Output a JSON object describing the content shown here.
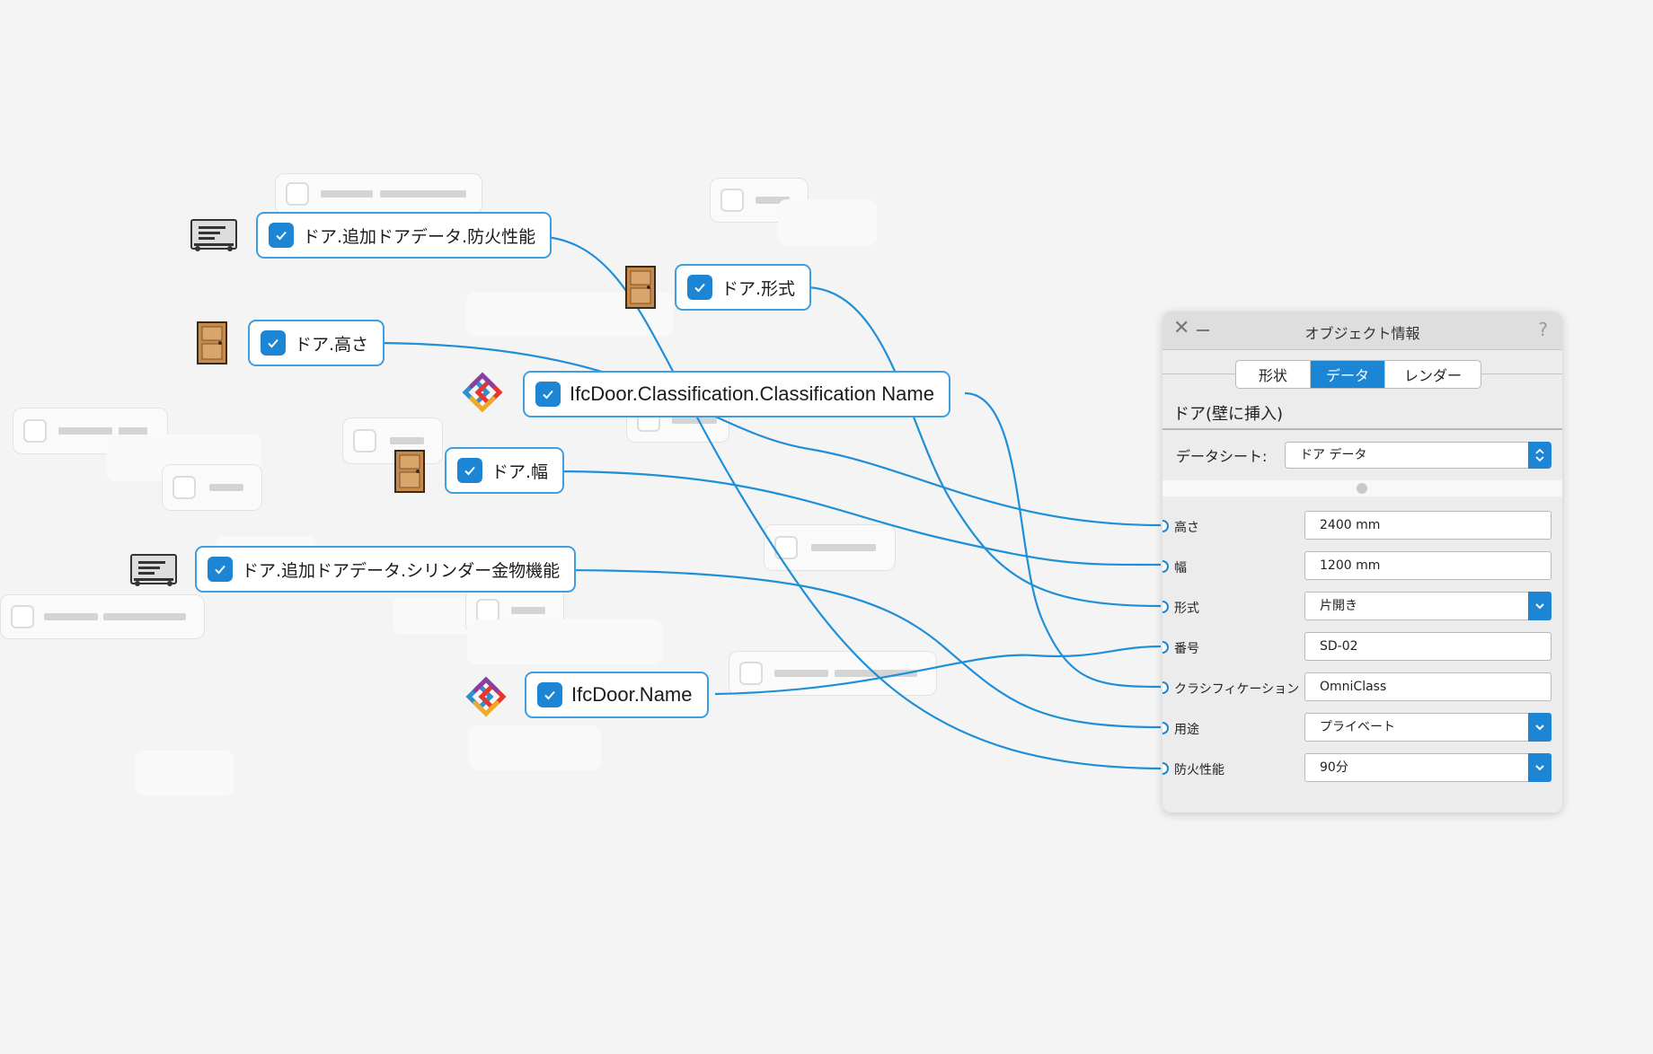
{
  "nodes": {
    "fire_rating": "ドア.追加ドアデータ.防火性能",
    "door_type": "ドア.形式",
    "height": "ドア.高さ",
    "ifc_classification": "IfcDoor.Classification.Classification Name",
    "width": "ドア.幅",
    "cylinder": "ドア.追加ドアデータ.シリンダー金物機能",
    "ifc_name": "IfcDoor.Name"
  },
  "panel": {
    "title": "オブジェクト情報",
    "close": "✕",
    "help": "?",
    "tabs": [
      "形状",
      "データ",
      "レンダー"
    ],
    "active_tab": "データ",
    "object_title": "ドア(壁に挿入)",
    "datasheet_label": "データシート:",
    "datasheet_value": "ドア データ",
    "fields": [
      {
        "label": "高さ",
        "value": "2400 mm",
        "dropdown": false
      },
      {
        "label": "幅",
        "value": "1200 mm",
        "dropdown": false
      },
      {
        "label": "形式",
        "value": "片開き",
        "dropdown": true
      },
      {
        "label": "番号",
        "value": "SD-02",
        "dropdown": false
      },
      {
        "label": "クラシフィケーション",
        "value": "OmniClass",
        "dropdown": false
      },
      {
        "label": "用途",
        "value": "プライベート",
        "dropdown": true
      },
      {
        "label": "防火性能",
        "value": "90分",
        "dropdown": true
      }
    ]
  },
  "colors": {
    "accent": "#1c85d4",
    "wire": "#1f8fd8",
    "node_border": "#3e9ee0",
    "background": "#f4f4f4"
  },
  "icons": {
    "datasheet": "datasheet-icon",
    "door": "door-icon",
    "ifc": "ifc-logo-icon",
    "checkbox": "checkbox-checked-icon"
  }
}
